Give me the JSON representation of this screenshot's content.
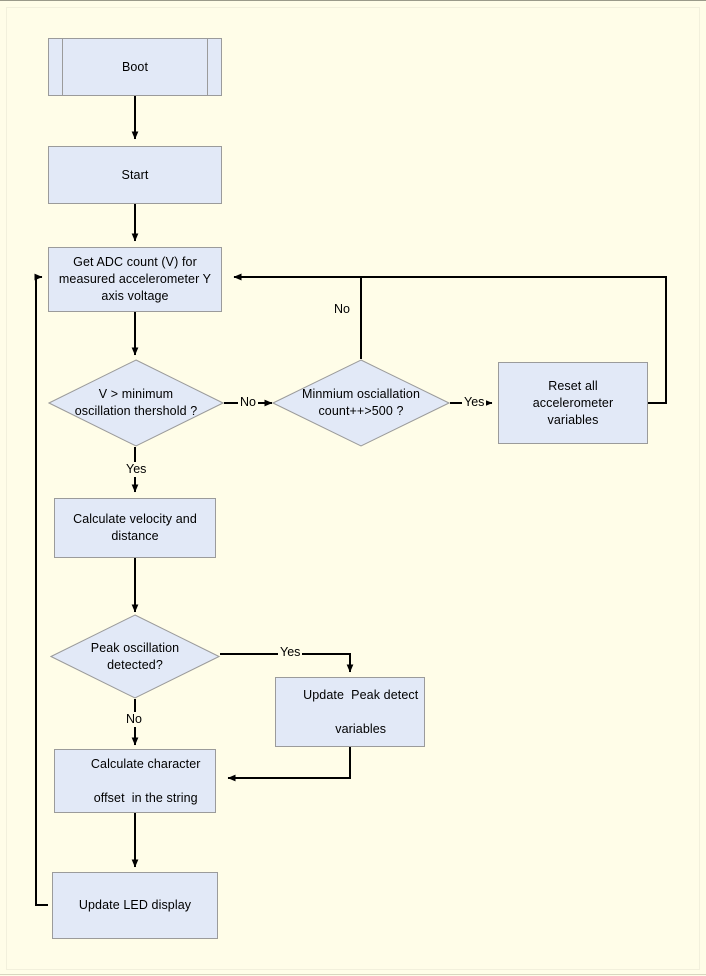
{
  "diagram": {
    "type": "flowchart",
    "title": "Accelerometer measurement loop flowchart",
    "background_color": "#FFFDE8",
    "node_fill_color": "#E2E9F7",
    "node_border_color": "#9B9B9B",
    "connector_color": "#000000",
    "nodes": [
      {
        "id": "boot",
        "shape": "predefined-process",
        "label": "Boot"
      },
      {
        "id": "start",
        "shape": "process",
        "label": "Start"
      },
      {
        "id": "get_adc",
        "shape": "process",
        "label": "Get ADC count (V) for measured accelerometer Y axis voltage"
      },
      {
        "id": "v_thresh",
        "shape": "decision",
        "label": "V > minimum oscillation thershold ?"
      },
      {
        "id": "min_osc",
        "shape": "decision",
        "label": "Minmium osciallation count++>500 ?"
      },
      {
        "id": "reset_all",
        "shape": "process",
        "label": "Reset all accelerometer variables"
      },
      {
        "id": "calc_vel",
        "shape": "process",
        "label": "Calculate velocity and distance"
      },
      {
        "id": "peak_osc",
        "shape": "decision",
        "label": "Peak oscillation detected?"
      },
      {
        "id": "upd_peak",
        "shape": "process",
        "label": "Update  Peak detect variables"
      },
      {
        "id": "calc_char",
        "shape": "process",
        "label": "Calculate character offset  in the string"
      },
      {
        "id": "upd_led",
        "shape": "process",
        "label": "Update LED display"
      }
    ],
    "edges": [
      {
        "from": "boot",
        "to": "start",
        "label": ""
      },
      {
        "from": "start",
        "to": "get_adc",
        "label": ""
      },
      {
        "from": "get_adc",
        "to": "v_thresh",
        "label": ""
      },
      {
        "from": "v_thresh",
        "to": "min_osc",
        "label": "No"
      },
      {
        "from": "v_thresh",
        "to": "calc_vel",
        "label": "Yes"
      },
      {
        "from": "min_osc",
        "to": "get_adc",
        "label": "No"
      },
      {
        "from": "min_osc",
        "to": "reset_all",
        "label": "Yes"
      },
      {
        "from": "reset_all",
        "to": "get_adc",
        "label": ""
      },
      {
        "from": "calc_vel",
        "to": "peak_osc",
        "label": ""
      },
      {
        "from": "peak_osc",
        "to": "upd_peak",
        "label": "Yes"
      },
      {
        "from": "peak_osc",
        "to": "calc_char",
        "label": "No"
      },
      {
        "from": "upd_peak",
        "to": "calc_char",
        "label": ""
      },
      {
        "from": "calc_char",
        "to": "upd_led",
        "label": ""
      },
      {
        "from": "upd_led",
        "to": "get_adc",
        "label": ""
      }
    ]
  },
  "labels": {
    "boot": "Boot",
    "start": "Start",
    "get_adc_l1": "Get ADC count (V) for",
    "get_adc_l2": "measured accelerometer Y",
    "get_adc_l3": "axis voltage",
    "v_thresh_l1": "V > minimum",
    "v_thresh_l2": "oscillation thershold ?",
    "min_osc_l1": "Minmium osciallation",
    "min_osc_l2": "count++>500 ?",
    "reset_all_l1": "Reset all",
    "reset_all_l2": "accelerometer",
    "reset_all_l3": "variables",
    "calc_vel_l1": "Calculate velocity and",
    "calc_vel_l2": "distance",
    "peak_osc_l1": "Peak oscillation",
    "peak_osc_l2": "detected?",
    "upd_peak_l1": "Update  Peak detect",
    "upd_peak_l2": "variables",
    "calc_char_l1": "Calculate character",
    "calc_char_l2": "offset  in the string",
    "upd_led": "Update LED display"
  },
  "edge_labels": {
    "no_v_thresh": "No",
    "yes_v_thresh": "Yes",
    "no_min_osc": "No",
    "yes_min_osc": "Yes",
    "yes_peak": "Yes",
    "no_peak": "No"
  }
}
